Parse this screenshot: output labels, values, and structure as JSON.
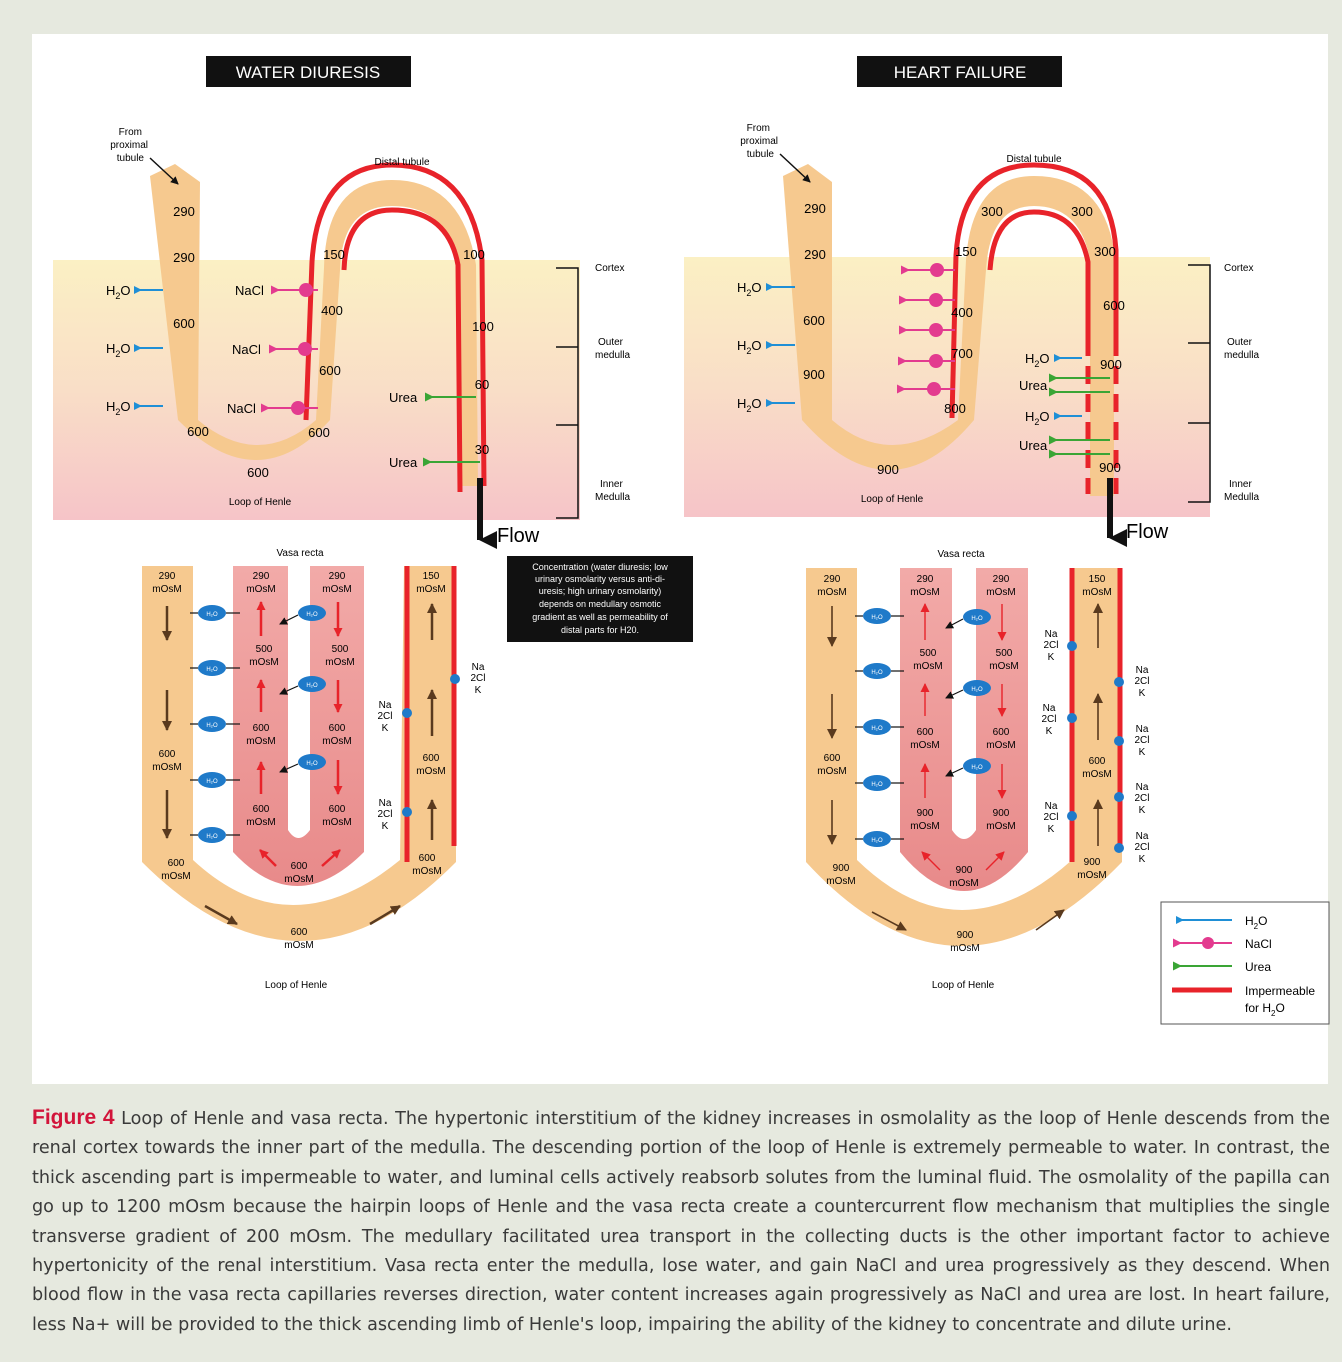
{
  "left": {
    "title": "WATER DIURESIS",
    "from_line1": "From",
    "from_line2": "proximal",
    "from_line3": "tubule",
    "distal": "Distal tubule",
    "loop_label": "Loop of Henle",
    "desc_values": [
      "290",
      "290",
      "600",
      "600",
      "600"
    ],
    "asc_values": [
      "150",
      "400",
      "600",
      "600"
    ],
    "cd_values": [
      "100",
      "100",
      "60",
      "30"
    ],
    "h2o": "H",
    "h2o_sub": "2",
    "h2o_o": "O",
    "nacl": "NaCl",
    "urea": "Urea",
    "flow": "Flow",
    "zone_cortex": "Cortex",
    "zone_outer1": "Outer",
    "zone_outer2": "medulla",
    "zone_inner1": "Inner",
    "zone_inner2": "Medulla",
    "vasa_title": "Vasa recta",
    "vasa_loop_label": "Loop of Henle",
    "v_desc": [
      [
        "290",
        "mOsM"
      ],
      [
        "600",
        "mOsM"
      ],
      [
        "600",
        "mOsM"
      ]
    ],
    "v_inner_desc": [
      [
        "290",
        "mOsM"
      ],
      [
        "500",
        "mOsM"
      ],
      [
        "600",
        "mOsM"
      ],
      [
        "600",
        "mOsM"
      ]
    ],
    "v_inner_asc": [
      [
        "290",
        "mOsM"
      ],
      [
        "500",
        "mOsM"
      ],
      [
        "600",
        "mOsM"
      ],
      [
        "600",
        "mOsM"
      ]
    ],
    "v_inner_bottom": [
      "600",
      "mOsM"
    ],
    "v_bottom": [
      "600",
      "mOsM"
    ],
    "v_asc": [
      [
        "150",
        "mOsM"
      ],
      [
        "600",
        "mOsM"
      ],
      [
        "600",
        "mOsM"
      ]
    ],
    "ion_na": "Na",
    "ion_2cl": "2Cl",
    "ion_k": "K",
    "note": [
      "Concentration (water diuresis; low",
      "urinary osmolarity versus anti-di-",
      "uresis; high urinary osmolarity)",
      "depends on medullary osmotic",
      "gradient as well as permeability of",
      "distal parts for H20."
    ]
  },
  "right": {
    "title": "HEART FAILURE",
    "from_line1": "From",
    "from_line2": "proximal",
    "from_line3": "tubule",
    "distal": "Distal tubule",
    "loop_label": "Loop of Henle",
    "desc_values": [
      "290",
      "290",
      "600",
      "900",
      "900"
    ],
    "asc_values": [
      "150",
      "400",
      "700",
      "800"
    ],
    "top_values": [
      "300",
      "300"
    ],
    "cd_values": [
      "300",
      "600",
      "900",
      "900"
    ],
    "flow": "Flow",
    "zone_cortex": "Cortex",
    "zone_outer1": "Outer",
    "zone_outer2": "medulla",
    "zone_inner1": "Inner",
    "zone_inner2": "Medulla",
    "vasa_title": "Vasa recta",
    "vasa_loop_label": "Loop of Henle",
    "v_desc": [
      [
        "290",
        "mOsM"
      ],
      [
        "600",
        "mOsM"
      ],
      [
        "900",
        "mOsM"
      ]
    ],
    "v_inner_desc": [
      [
        "290",
        "mOsM"
      ],
      [
        "500",
        "mOsM"
      ],
      [
        "600",
        "mOsM"
      ],
      [
        "900",
        "mOsM"
      ]
    ],
    "v_inner_asc": [
      [
        "290",
        "mOsM"
      ],
      [
        "500",
        "mOsM"
      ],
      [
        "600",
        "mOsM"
      ],
      [
        "900",
        "mOsM"
      ]
    ],
    "v_inner_bottom": [
      "900",
      "mOsM"
    ],
    "v_bottom": [
      "900",
      "mOsM"
    ],
    "v_asc": [
      [
        "150",
        "mOsM"
      ],
      [
        "600",
        "mOsM"
      ],
      [
        "900",
        "mOsM"
      ]
    ]
  },
  "legend": {
    "h2o": "H",
    "h2o_sub": "2",
    "h2o_o": "O",
    "nacl": "NaCl",
    "urea": "Urea",
    "imperm1": "Impermeable",
    "imperm2": "for H",
    "imperm_sub": "2",
    "imperm_o": "O"
  },
  "colors": {
    "tubule": "#f6c98f",
    "impermeable": "#e8232a",
    "h2o_arrow": "#1f8fd6",
    "nacl": "#e33b8f",
    "urea": "#3aa535",
    "vasa_inner": "#f1a3a3",
    "caption_accent": "#d2143a"
  },
  "caption": {
    "label": "Figure 4",
    "text": "Loop of Henle and vasa recta. The hypertonic interstitium of the kidney increases in osmolality as the loop of Henle descends from the renal cortex towards the inner part of the medulla. The descending portion of the loop of Henle is extremely permeable to water. In contrast, the thick ascending part is impermeable to water, and luminal cells actively reabsorb solutes from the luminal fluid. The osmolality of the papilla can go up to 1200 mOsm because the hairpin loops of Henle and the vasa recta create a countercurrent flow mechanism that multiplies the single transverse gradient of 200 mOsm. The medullary facilitated urea transport in the collecting ducts is the other important factor to achieve hypertonicity of the renal interstitium. Vasa recta enter the medulla, lose water, and gain NaCl and urea progressively as they descend. When blood flow in the vasa recta capillaries reverses direction, water content increases again progressively as NaCl and urea are lost. In heart failure, less Na+ will be provided to the thick ascending limb of Henle's loop, impairing the ability of the kidney to concentrate and dilute urine."
  }
}
